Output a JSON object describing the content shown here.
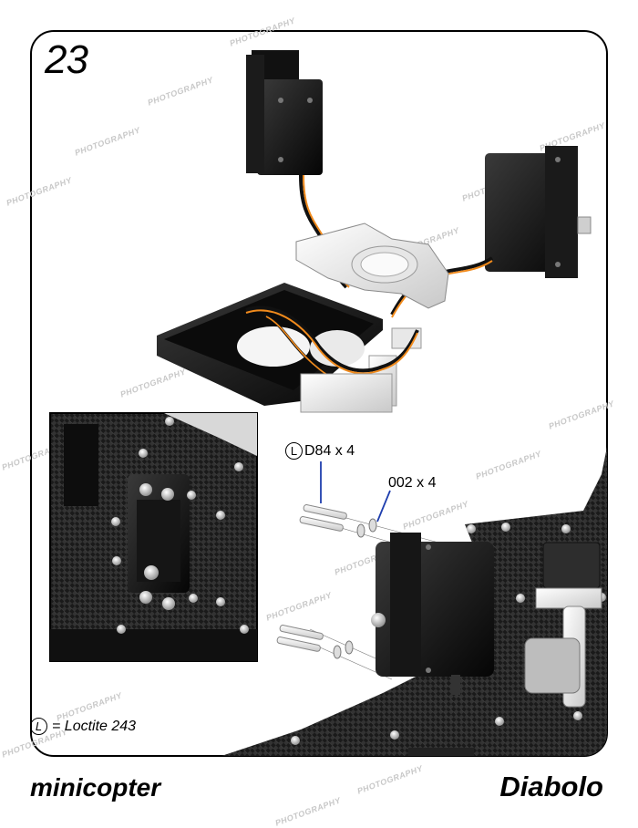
{
  "page": {
    "step_number": "23",
    "callouts": [
      {
        "symbol": "L",
        "text": "D84 x 4"
      },
      {
        "symbol": "",
        "text": "002 x 4"
      }
    ],
    "legend": {
      "symbol": "L",
      "text": "= Loctite 243"
    },
    "footer": {
      "left_brand": "minicopter",
      "right_brand": "Diabolo"
    },
    "watermark": "PHOTOGRAPHY",
    "colors": {
      "frame": "#000000",
      "callout_line": "#1f3fae",
      "servo_lead_orange": "#f08a1c",
      "carbon": "#2a2a2a"
    }
  }
}
